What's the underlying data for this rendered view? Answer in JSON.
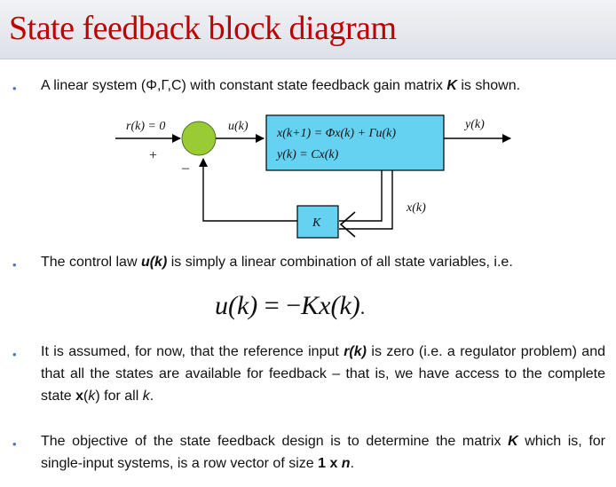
{
  "slide": {
    "title": "State feedback block diagram"
  },
  "bullet1": {
    "pre": "A linear system (Φ,Γ,C) with constant state feedback gain matrix ",
    "K": "K",
    "post": " is shown."
  },
  "diagram": {
    "input_label": "r(k) = 0",
    "plus_sign": "+",
    "minus_sign": "–",
    "control_label": "u(k)",
    "state_eq": "x(k+1) = Φx(k) + Γu(k)",
    "output_eq": "y(k) = Cx(k)",
    "output_label": "y(k)",
    "state_label": "x(k)",
    "gain_label": "K",
    "colors": {
      "summer_fill": "#99cc33",
      "system_fill": "#66d2f2",
      "gain_fill": "#66d2f2"
    }
  },
  "bullet2": {
    "pre": "The control law ",
    "uk": "u(k)",
    "post": " is simply a linear combination of all state variables, i.e."
  },
  "formula": {
    "lhs": "u(k)",
    "eq": " = −",
    "rhs": "Kx(k)",
    "tail": "."
  },
  "bullet3": {
    "t1": "It is assumed, for now, that the reference input ",
    "rk": "r(k)",
    "t2": " is zero (i.e. a regulator problem) and that all the states are available for feedback – that is, we have access to the complete state ",
    "x": "x",
    "t3": "(",
    "k1": "k",
    "t4": ") for all ",
    "k2": "k",
    "t5": "."
  },
  "bullet4": {
    "t1": "The objective of the state feedback design is to determine the matrix ",
    "K": "K",
    "t2": " which is, for single-input systems, is a row vector of size ",
    "size": "1 x ",
    "n": "n",
    "t3": "."
  },
  "bullet_glyph": "•"
}
